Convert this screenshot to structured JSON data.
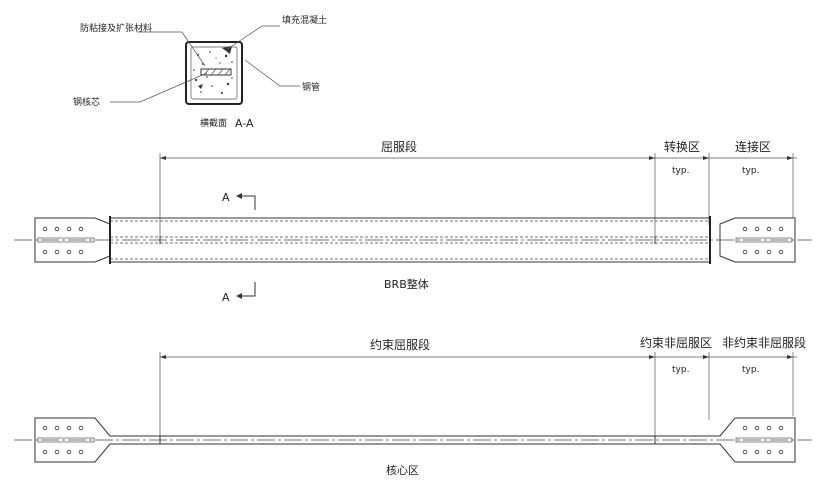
{
  "cross_section": {
    "label_antibond": "防粘接及扩张材料",
    "label_concrete": "填充混凝土",
    "label_tube": "钢管",
    "label_core": "钢核芯",
    "caption_prefix": "横截面",
    "caption_section": "A-A"
  },
  "brb_view": {
    "zone_yield": "屈服段",
    "zone_transition": "转换区",
    "zone_connection": "连接区",
    "typ1": "typ.",
    "typ2": "typ.",
    "section_mark_top": "A",
    "section_mark_bottom": "A",
    "caption": "BRB整体"
  },
  "core_view": {
    "zone_restrained_yield": "约束屈服段",
    "zone_restrained_nonyield": "约束非屈服区",
    "zone_unrestrained_nonyield": "非约束非屈服段",
    "typ1": "typ.",
    "typ2": "typ.",
    "caption": "核心区"
  }
}
